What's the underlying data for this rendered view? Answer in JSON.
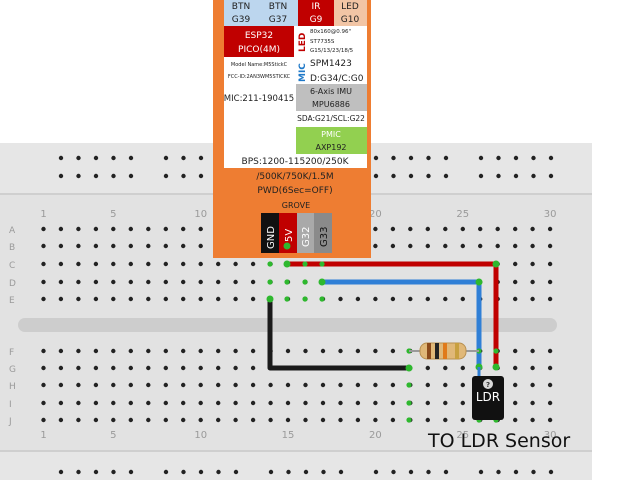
{
  "breadboard": {
    "rows": [
      "A",
      "B",
      "C",
      "D",
      "E",
      "F",
      "G",
      "H",
      "I",
      "J"
    ],
    "top_numbers": [
      "1",
      "5",
      "10",
      "15",
      "20",
      "25",
      "30"
    ],
    "bottom_numbers": [
      "1",
      "5",
      "10",
      "15",
      "20",
      "25",
      "30"
    ]
  },
  "device": {
    "btn_left_label": "BTN",
    "btn_left_pin": "G39",
    "btn_mid_label": "BTN",
    "btn_mid_pin": "G37",
    "ir_label": "IR",
    "ir_pin": "G9",
    "led_label": "LED",
    "led_pin": "G10",
    "esp_line1": "ESP32",
    "esp_line2": "PICO(4M)",
    "model_name": "Model Name:M5StickC",
    "fcc_id": "FCC-ID:2AN3WM5STICKC",
    "mic_id": "MIC:211-190415",
    "side_led": "LED",
    "side_mic": "MIC",
    "display_line1": "80x160@0.96\"",
    "display_line2": "ST7735S",
    "display_line3": "G15/13/23/18/5",
    "mic_chip": "SPM1423",
    "mic_pins": "D:G34/C:G0",
    "imu_line1": "6-Axis IMU",
    "imu_line2": "MPU6886",
    "imu_pins": "SDA:G21/SCL:G22",
    "pmic_line1": "PMIC",
    "pmic_line2": "AXP192",
    "bps_line1": "BPS:1200-115200/250K",
    "bps_line2": "/500K/750K/1.5M",
    "bps_line3": "PWD(6Sec=OFF)",
    "grove_title": "GROVE",
    "grove_pins": [
      "GND",
      "5V",
      "G32",
      "G33"
    ]
  },
  "components": {
    "ldr_label": "LDR",
    "caption": "TO LDR Sensor"
  },
  "colors": {
    "board": "#e3e3e3",
    "device_body": "#ee7d32",
    "wire_red": "#c00000",
    "wire_blue": "#2f7fd6",
    "wire_black": "#1a1a1a",
    "via_green": "#2eb82e"
  }
}
